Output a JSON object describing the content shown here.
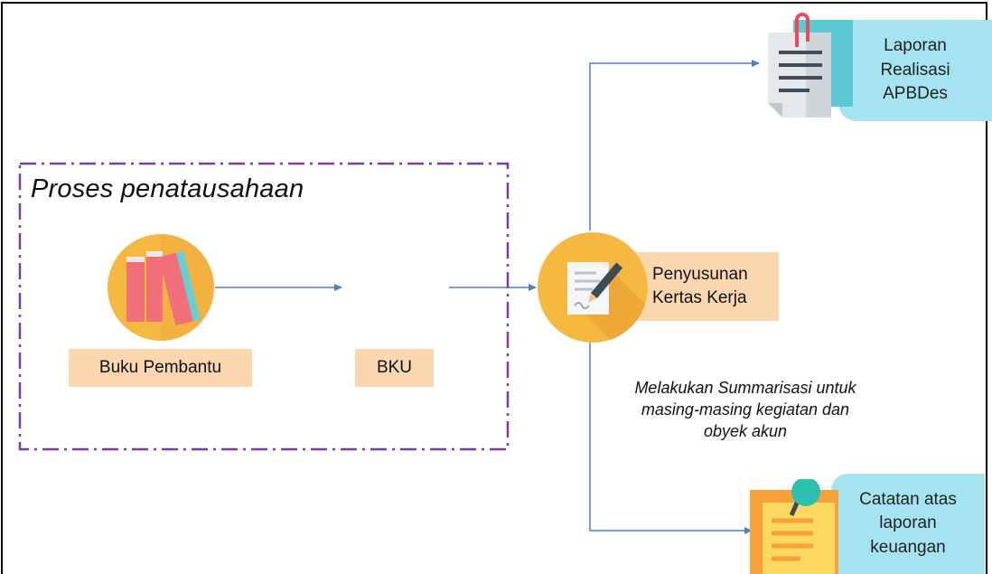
{
  "process_group": {
    "title": "Proses penatausahaan"
  },
  "nodes": {
    "buku_pembantu": "Buku Pembantu",
    "bku": "BKU",
    "penyusunan": "Penyusunan Kertas Kerja",
    "laporan_realisasi": "Laporan Realisasi APBDes",
    "catatan": "Catatan atas laporan keuangan"
  },
  "annotation": "Melakukan Summarisasi untuk masing-masing kegiatan dan obyek akun",
  "colors": {
    "label_fill": "#fbd7b0",
    "output_fill": "#a6e3f0",
    "connector": "#4f7fc0",
    "group_border": "#7a3aa0",
    "circle_fill": "#f5b942"
  }
}
